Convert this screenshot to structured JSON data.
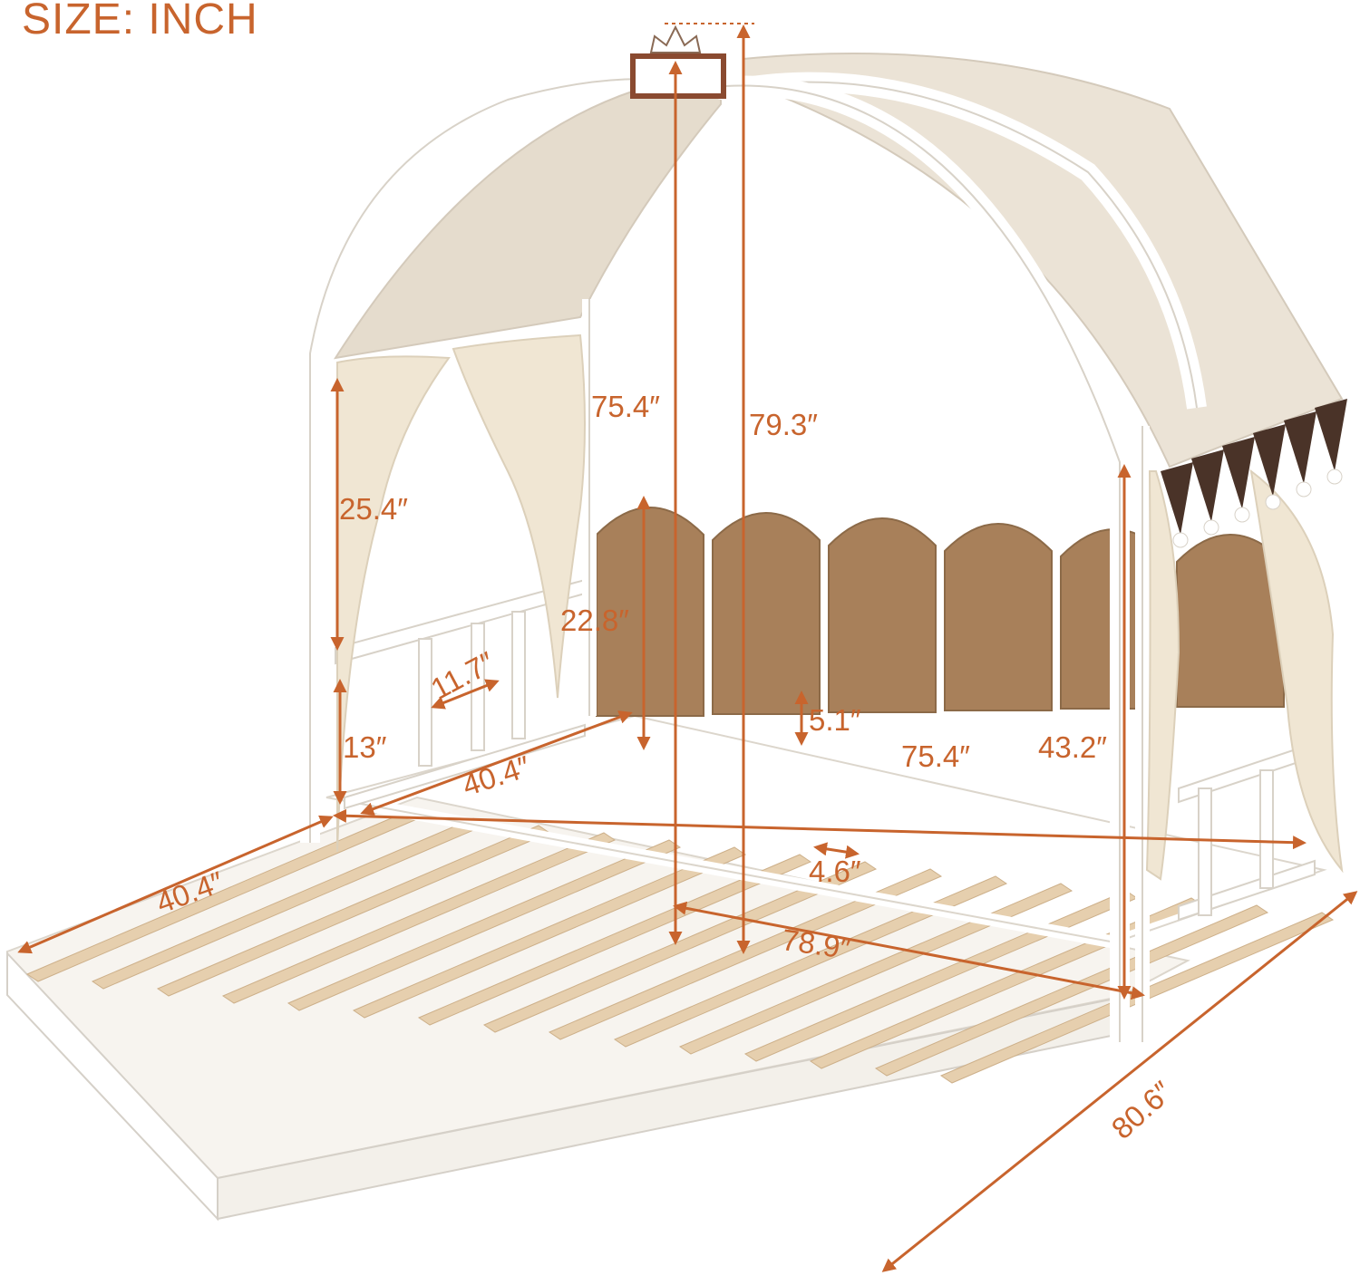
{
  "title": "SIZE: INCH",
  "dimensions": {
    "canopy_post_height": "75.4″",
    "overall_height": "79.3″",
    "curtain_drop": "25.4″",
    "headboard_height": "22.8″",
    "guardrail_gap": "11.7″",
    "guardrail_height": "13″",
    "inner_width": "40.4″",
    "slat_clearance": "5.1″",
    "inner_length": "75.4″",
    "footboard_post_height": "43.2″",
    "slat_gap": "4.6″",
    "trundle_width": "40.4″",
    "overall_length": "78.9″",
    "overall_width": "80.6″"
  },
  "colors": {
    "dimension": "#c8642d",
    "canopy": "#ebe3d6",
    "headboard": "#a8805a",
    "slat": "#e6cfae",
    "frame": "#ffffff",
    "pennant": "#4a3328"
  }
}
